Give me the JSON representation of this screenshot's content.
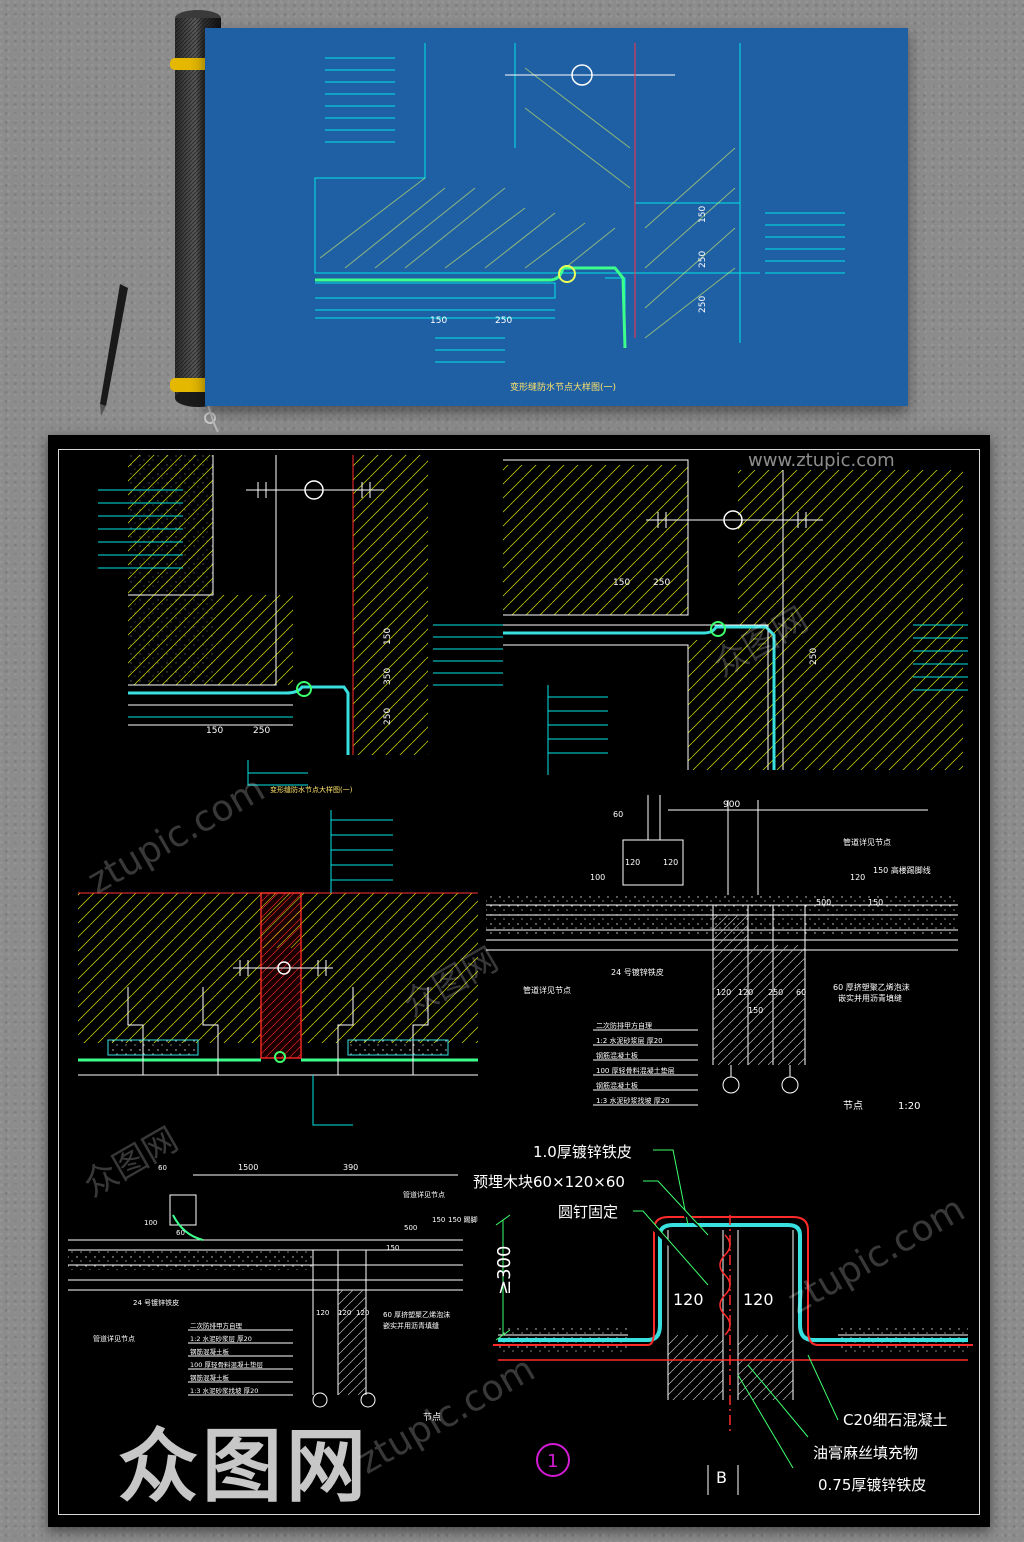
{
  "watermark": {
    "url": "ztupic.com",
    "url_top": "www.ztupic.com",
    "brand": "众图网"
  },
  "blueprint": {
    "title": "变形缝防水节点大样图(一)",
    "dims": [
      "150",
      "250"
    ],
    "vdims": [
      "150",
      "250",
      "250"
    ]
  },
  "cad": {
    "top_left": {
      "title": "变形缝防水节点大样图(一)",
      "dims": [
        "150",
        "250"
      ],
      "vdims": [
        "150",
        "350",
        "250"
      ]
    },
    "top_right": {
      "dims": [
        "150",
        "250"
      ],
      "vdims": [
        "250"
      ]
    },
    "mid_right": {
      "dims": [
        "60",
        "900",
        "100",
        "120",
        "120",
        "120",
        "120",
        "250",
        "60",
        "150",
        "500",
        "120",
        "150"
      ],
      "labels": [
        "管道详见节点",
        "150 高楼踢脚线",
        "24 号镀锌铁皮",
        "管道详见节点",
        "60 厚挤塑聚乙烯泡沫",
        "嵌实并用沥青填缝"
      ],
      "layers": [
        "二次防排甲方自理",
        "1:2 水泥砂浆层 厚20",
        "钢筋混凝土板",
        "100 厚轻骨料混凝土垫层",
        "钢筋混凝土板",
        "1:3 水泥砂浆找坡 厚20"
      ],
      "node_label": "节点",
      "scale": "1:20"
    },
    "bottom_left": {
      "dims": [
        "60",
        "1500",
        "390",
        "100",
        "120",
        "120",
        "120",
        "150",
        "500",
        "60",
        "150"
      ],
      "labels": [
        "管道详见节点",
        "150 踢脚",
        "24 号镀锌铁皮",
        "管道详见节点",
        "60 厚挤塑聚乙烯泡沫",
        "嵌实并用沥青填缝"
      ],
      "layers": [
        "二次防排甲方自理",
        "1:2 水泥砂浆层 厚20",
        "钢筋混凝土板",
        "100 厚轻骨料混凝土垫层",
        "钢筋混凝土板",
        "1:3 水泥砂浆找坡 厚20"
      ],
      "node_label": "节点"
    },
    "bottom_right": {
      "label_galv_top": "1.0厚镀锌铁皮",
      "label_wood": "预埋木块60×120×60",
      "label_nail": "圆钉固定",
      "label_c20": "C20细石混凝土",
      "label_fill": "油膏麻丝填充物",
      "label_galv_bottom": "0.75厚镀锌铁皮",
      "dim_height": "≥300",
      "dim_left": "120",
      "dim_right": "120",
      "marker_no": "1",
      "marker_b": "B"
    }
  }
}
